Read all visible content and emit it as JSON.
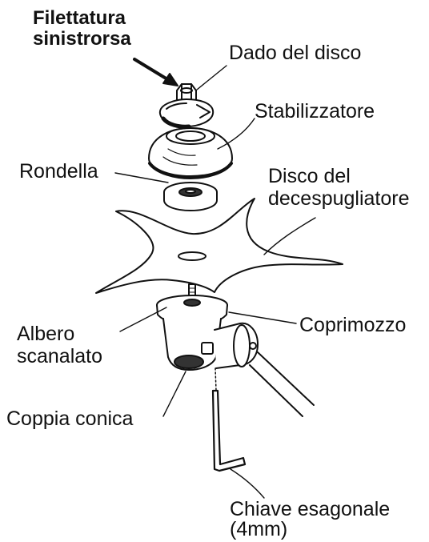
{
  "labels": {
    "left_hand_thread_line1": "Filettatura",
    "left_hand_thread_line2": "sinistrorsa",
    "disc_nut": "Dado del disco",
    "stabilizer": "Stabilizzatore",
    "washer": "Rondella",
    "brush_disc_line1": "Disco del",
    "brush_disc_line2": "decespugliatore",
    "hub_cover": "Coprimozzo",
    "splined_shaft_line1": "Albero",
    "splined_shaft_line2": "scanalato",
    "bevel_gear": "Coppia conica",
    "hex_key_line1": "Chiave esagonale",
    "hex_key_line2": "(4mm)"
  }
}
